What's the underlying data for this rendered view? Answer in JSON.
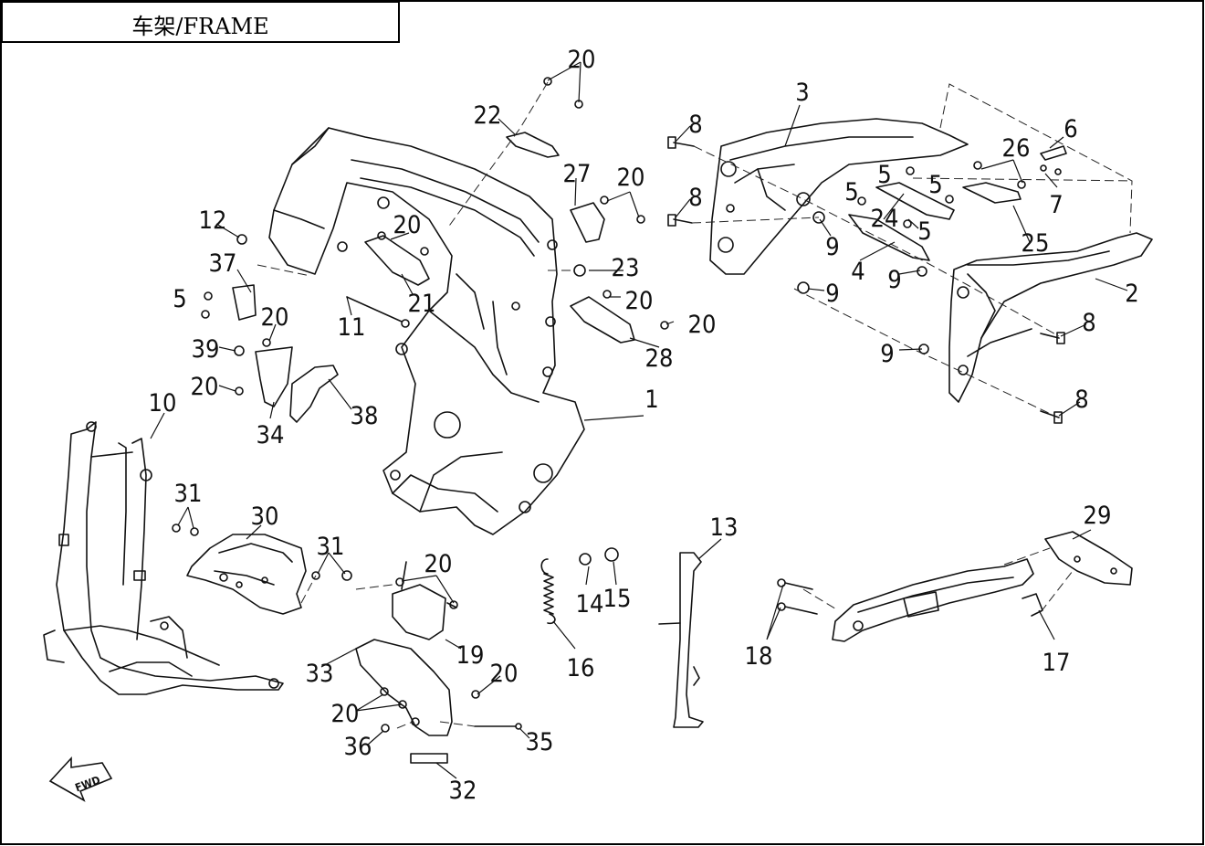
{
  "title": "车架/FRAME",
  "fwd_label": "FWD",
  "callouts": [
    "1",
    "2",
    "3",
    "4",
    "5",
    "6",
    "7",
    "8",
    "9",
    "10",
    "11",
    "12",
    "13",
    "14",
    "15",
    "16",
    "17",
    "18",
    "19",
    "20",
    "21",
    "22",
    "23",
    "24",
    "25",
    "26",
    "27",
    "28",
    "29",
    "30",
    "31",
    "32",
    "33",
    "34",
    "35",
    "36",
    "37",
    "38",
    "39"
  ]
}
